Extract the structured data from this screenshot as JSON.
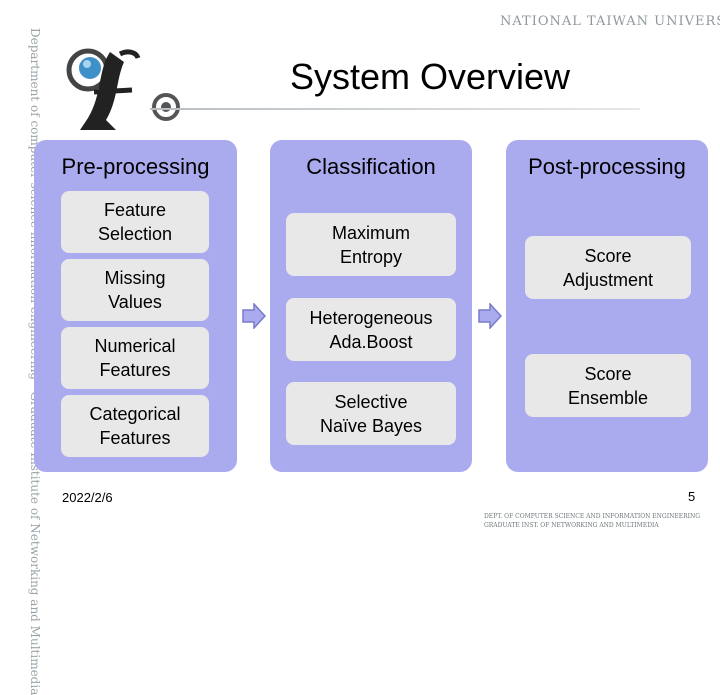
{
  "side_text": "Department of computer science information engineering · Graduate Institute of Networking and Multimedia",
  "university": "NATIONAL TAIWAN UNIVERSITY",
  "title": "System Overview",
  "panels": [
    {
      "heading": "Pre-processing",
      "items": [
        "Feature\nSelection",
        "Missing\nValues",
        "Numerical\nFeatures",
        "Categorical\nFeatures"
      ]
    },
    {
      "heading": "Classification",
      "items": [
        "Maximum\nEntropy",
        "Heterogeneous\nAda.Boost",
        "Selective\nNaïve Bayes"
      ]
    },
    {
      "heading": "Post-processing",
      "items": [
        "Score\nAdjustment",
        "Score\nEnsemble"
      ]
    }
  ],
  "footer": {
    "date": "2022/2/6",
    "page": "5",
    "dept_line1": "DEPT. OF COMPUTER SCIENCE AND INFORMATION ENGINEERING",
    "dept_line2": "GRADUATE INST. OF NETWORKING AND MULTIMEDIA"
  },
  "colors": {
    "panel": "#aaaaee",
    "box": "#e8e8e8",
    "arrow": "#aaaaee",
    "arrow_border": "#7a7acc"
  }
}
